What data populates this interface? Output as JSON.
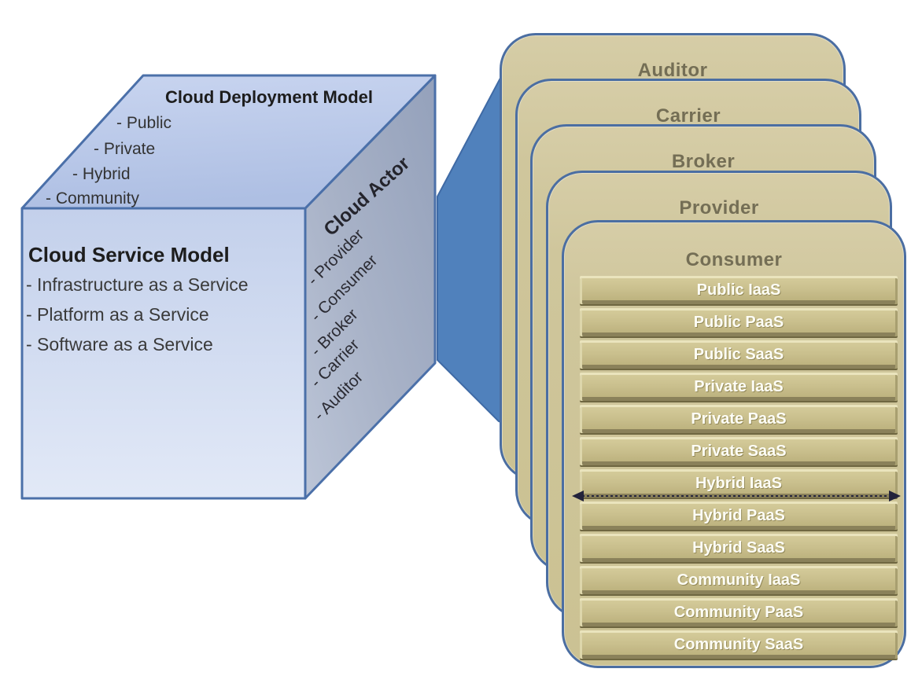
{
  "cube": {
    "deployment": {
      "title": "Cloud Deployment Model",
      "items": [
        "- Public",
        "- Private",
        "- Hybrid",
        "- Community"
      ]
    },
    "service": {
      "title": "Cloud Service Model",
      "items": [
        "- Infrastructure as a Service",
        "- Platform as a Service",
        "- Software as a Service"
      ]
    },
    "actor": {
      "title": "Cloud Actor",
      "items": [
        "- Provider",
        "- Consumer",
        "- Broker",
        "- Carrier",
        "- Auditor"
      ]
    }
  },
  "stack": {
    "cards": [
      {
        "label": "Auditor"
      },
      {
        "label": "Carrier"
      },
      {
        "label": "Broker"
      },
      {
        "label": "Provider"
      },
      {
        "label": "Consumer",
        "bars": [
          "Public IaaS",
          "Public PaaS",
          "Public SaaS",
          "Private IaaS",
          "Private PaaS",
          "Private SaaS",
          "Hybrid IaaS",
          "Hybrid PaaS",
          "Hybrid SaaS",
          "Community IaaS",
          "Community PaaS",
          "Community SaaS"
        ]
      }
    ]
  },
  "colors": {
    "cube_border": "#4b70a9",
    "cube_top_face": "#bccaea",
    "cube_front_face": "#d2dcf3",
    "cube_side_face": "#a3aec5",
    "beam_blue": "#5081bc",
    "card_fill": "#cfc69c",
    "card_border": "#4b6ea2",
    "card_label_text": "#746e55",
    "bar_fill": "#c7bd8c",
    "bar_text": "#ffffff",
    "arrow": "#23233b"
  }
}
